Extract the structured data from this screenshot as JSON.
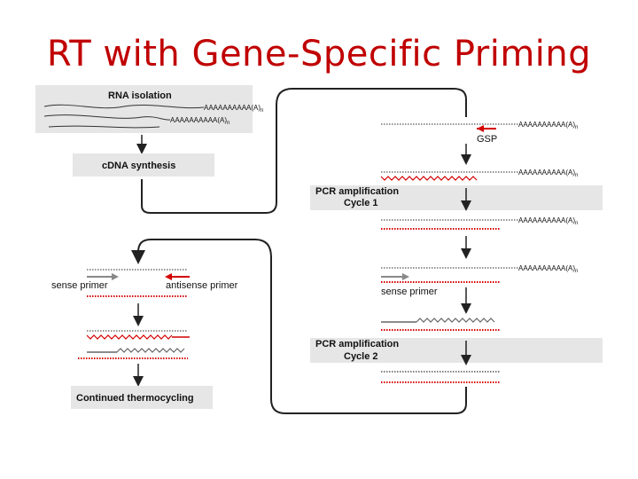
{
  "title": "RT with Gene-Specific Priming",
  "labels": {
    "rna_isolation": "RNA isolation",
    "cdna_synthesis": "cDNA synthesis",
    "gsp": "GSP",
    "pcr_amp": "PCR amplification",
    "cycle1": "Cycle 1",
    "cycle2": "Cycle 2",
    "sense_primer": "sense primer",
    "antisense_primer": "antisense primer",
    "continued": "Continued thermocycling"
  },
  "polyA": "AAAAAAAAAA(A)",
  "polyA_sub": "n",
  "colors": {
    "title": "#c00000",
    "strand_red": "#d40000",
    "strand_gray": "#555555",
    "box_fill": "#e6e6e6",
    "arrow": "#222222"
  }
}
